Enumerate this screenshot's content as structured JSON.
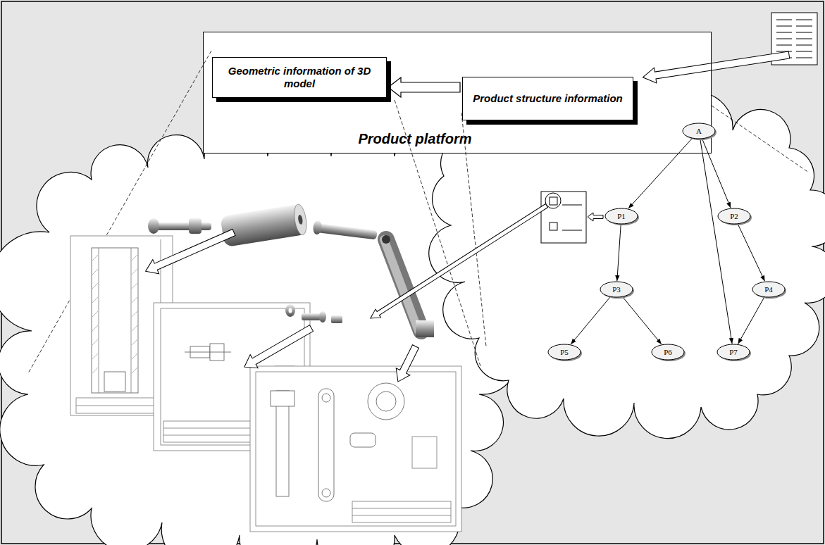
{
  "diagram": {
    "nodes": [
      {
        "text": [
          "Product platform"
        ]
      },
      {
        "text": [
          "Geometric information of 3D model"
        ],
        "in": 0
      },
      {
        "text": [
          "Product structure information"
        ],
        "in": 0
      },
      {
        "text": [
          "A"
        ]
      },
      {
        "text": [
          "P1"
        ]
      },
      {
        "text": [
          "P2"
        ]
      },
      {
        "text": [
          "P3"
        ]
      },
      {
        "text": [
          "P4"
        ]
      },
      {
        "text": [
          "P5"
        ]
      },
      {
        "text": [
          "P6"
        ]
      },
      {
        "text": [
          "P7"
        ]
      }
    ],
    "edges": [
      {
        "from": 2,
        "to": 1,
        "arrow": "to"
      },
      {
        "from": 3,
        "to": 4,
        "arrow": "to"
      },
      {
        "from": 3,
        "to": 5,
        "arrow": "to"
      },
      {
        "from": 3,
        "to": 10,
        "arrow": "to"
      },
      {
        "from": 4,
        "to": 6,
        "arrow": "to"
      },
      {
        "from": 5,
        "to": 7,
        "arrow": "to"
      },
      {
        "from": 6,
        "to": 8,
        "arrow": "to"
      },
      {
        "from": 6,
        "to": 9,
        "arrow": "to"
      },
      {
        "from": 7,
        "to": 10,
        "arrow": "to"
      }
    ]
  }
}
